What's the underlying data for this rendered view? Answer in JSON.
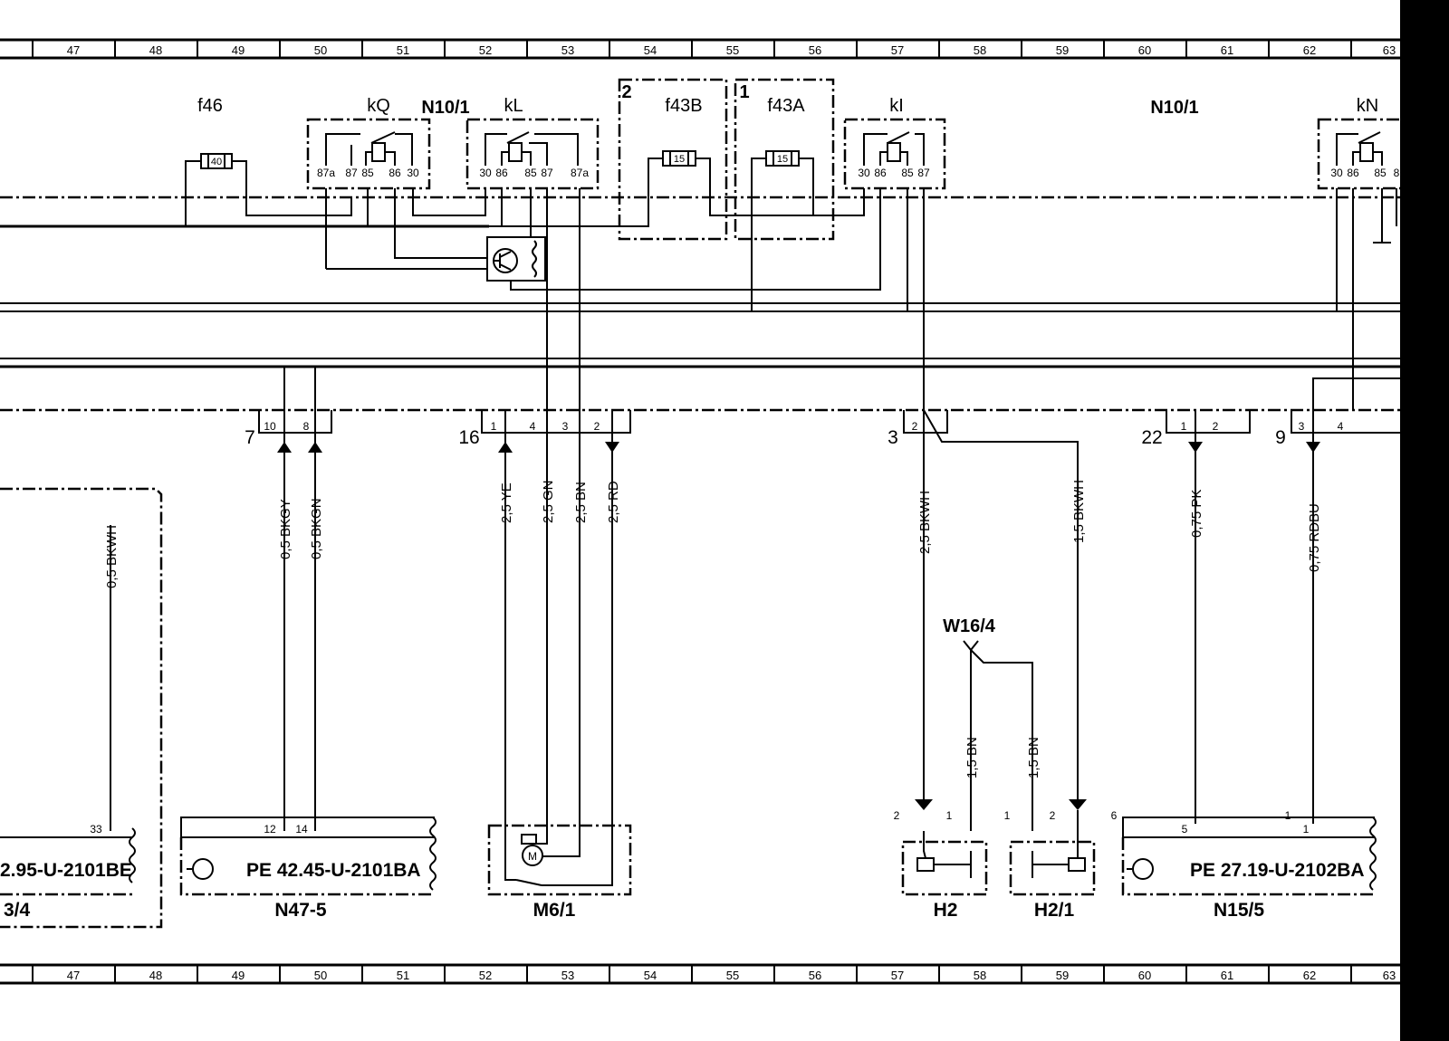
{
  "grid": {
    "columns": [
      "47",
      "48",
      "49",
      "50",
      "51",
      "52",
      "53",
      "54",
      "55",
      "56",
      "57",
      "58",
      "59",
      "60",
      "61",
      "62",
      "63"
    ]
  },
  "components": {
    "f46": "f46",
    "kQ": "kQ",
    "n10_1_left": "N10/1",
    "kL": "kL",
    "f43B": "f43B",
    "f43A": "f43A",
    "kI": "kI",
    "n10_1_right": "N10/1",
    "kN": "kN",
    "group2": "2",
    "group1": "1",
    "w16_4": "W16/4"
  },
  "fuses": {
    "f46": "40",
    "f43B": "15",
    "f43A": "15"
  },
  "relay_pins": {
    "kQ": [
      "87a",
      "87",
      "85",
      "86",
      "30"
    ],
    "kL": [
      "30",
      "86",
      "85",
      "87",
      "87a"
    ],
    "kI": [
      "30",
      "86",
      "85",
      "87"
    ],
    "kN": [
      "30",
      "86",
      "85",
      "8"
    ]
  },
  "connectors": {
    "c7": {
      "id": "7",
      "pins": [
        "10",
        "8"
      ]
    },
    "c16": {
      "id": "16",
      "pins": [
        "1",
        "4",
        "3",
        "2"
      ]
    },
    "c3": {
      "id": "3",
      "pins": [
        "2"
      ]
    },
    "c22": {
      "id": "22",
      "pins": [
        "1",
        "2"
      ]
    },
    "c9": {
      "id": "9",
      "pins": [
        "3",
        "4"
      ]
    }
  },
  "wires": {
    "w_bkwh_left": "0,5 BKWH",
    "w_bkgy": "0,5 BKGY",
    "w_bkgn": "0,5 BKGN",
    "w_ye": "2,5 YE",
    "w_gn": "2,5 GN",
    "w_bn": "2,5 BN",
    "w_rd": "2,5 RD",
    "w_bkwh_25": "2,5 BKWH",
    "w_bkwh_15": "1,5 BKWH",
    "w_pk": "0,75 PK",
    "w_rdbu": "0,75 RDBU",
    "w_bn_1": "1,5 BN",
    "w_bn_2": "1,5 BN"
  },
  "bottom_pins": {
    "n33": "33",
    "n47_12": "12",
    "n47_14": "14",
    "h2_2": "2",
    "h2_1": "1",
    "h21_1": "1",
    "h21_2": "2",
    "n15_6": "6",
    "n15_5": "5",
    "r_1": "1",
    "r_1b": "1"
  },
  "pe_refs": {
    "left": "2.95-U-2101BE",
    "n47": "PE  42.45-U-2101BA",
    "n15": "PE  27.19-U-2102BA"
  },
  "bottom_components": {
    "left": "3/4",
    "n47_5": "N47-5",
    "m6_1": "M6/1",
    "h2": "H2",
    "h2_1": "H2/1",
    "n15_5": "N15/5"
  },
  "motor_symbol": "M"
}
